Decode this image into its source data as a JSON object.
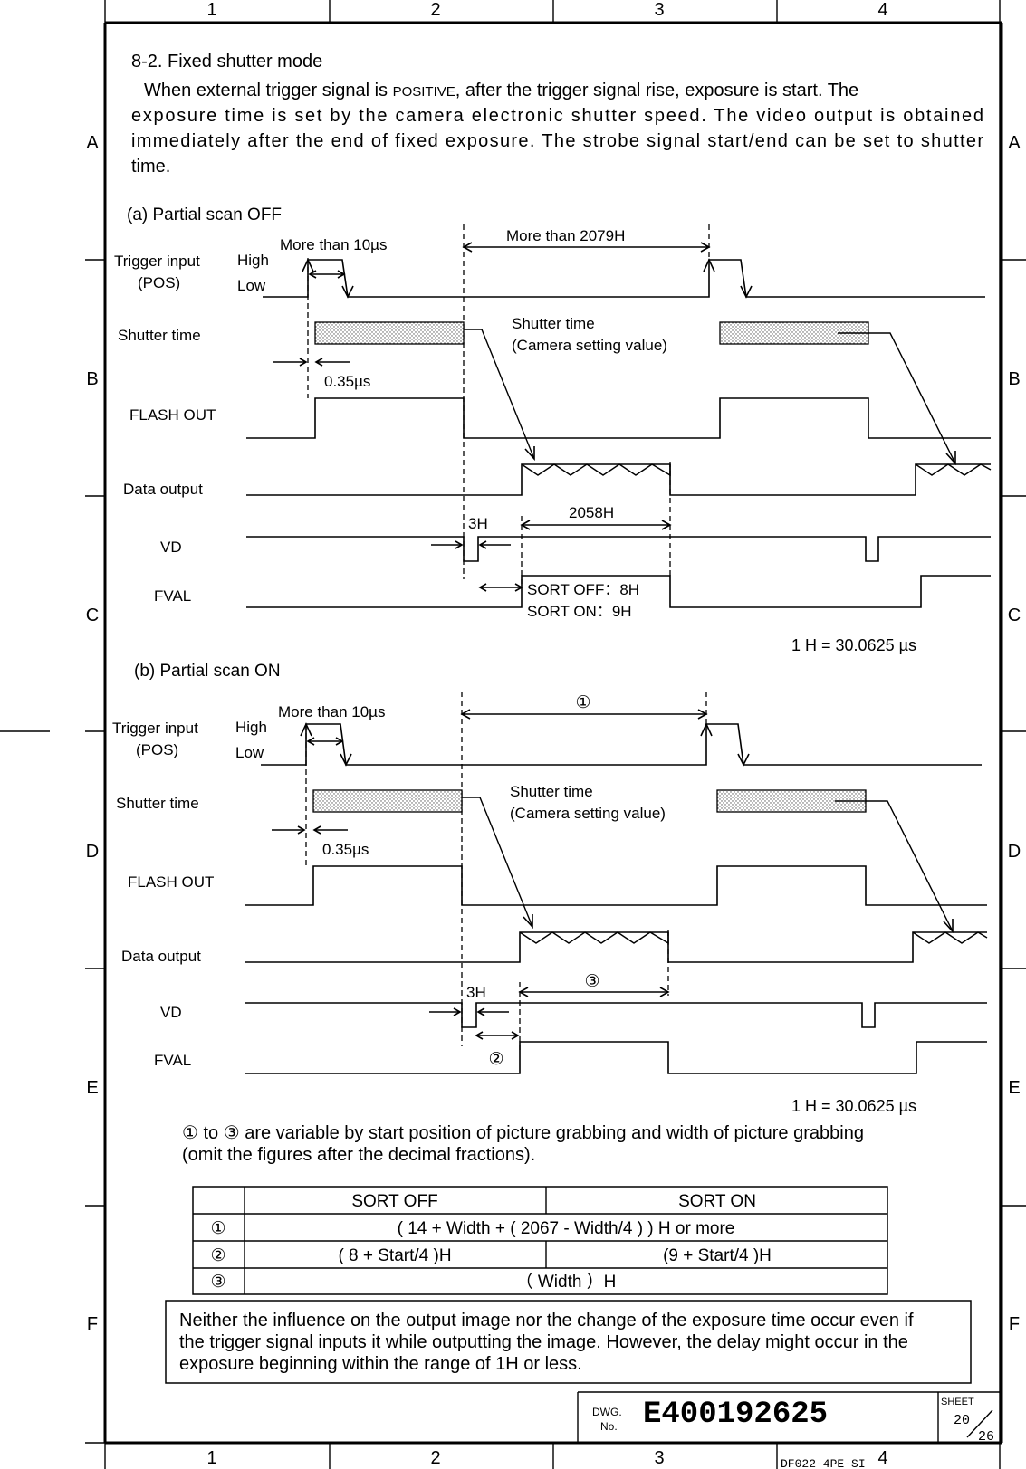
{
  "border": {
    "columns": [
      "1",
      "2",
      "3",
      "4"
    ],
    "rows": [
      "A",
      "B",
      "C",
      "D",
      "E",
      "F"
    ]
  },
  "section_title": "8-2. Fixed shutter mode",
  "intro": {
    "line1_a": "When external trigger signal is ",
    "line1_positive": "POSITIVE",
    "line1_b": ", after the trigger signal rise, exposure is start. The",
    "line2": "exposure time is set by the camera electronic shutter speed. The video output is obtained",
    "line3": "immediately after the end of fixed exposure. The strobe signal start/end can be set to shutter",
    "line4": "time."
  },
  "diagram_a": {
    "title": "(a) Partial scan OFF",
    "signal_trigger": "Trigger input",
    "signal_trigger_sub": "(POS)",
    "high": "High",
    "low": "Low",
    "signal_shutter": "Shutter time",
    "signal_flash": "FLASH OUT",
    "signal_data": "Data output",
    "signal_vd": "VD",
    "signal_fval": "FVAL",
    "more_than_10": "More than 10µs",
    "more_than_2079": "More than 2079H",
    "shutter_note_1": "Shutter time",
    "shutter_note_2": "(Camera setting value)",
    "delay": "0.35µs",
    "h3": "3H",
    "h2058": "2058H",
    "sort_off": "SORT OFF：8H",
    "sort_on": "SORT ON：9H",
    "h_unit": "1 H = 30.0625 µs"
  },
  "diagram_b": {
    "title": "(b) Partial scan ON",
    "signal_trigger": "Trigger input",
    "signal_trigger_sub": "(POS)",
    "high": "High",
    "low": "Low",
    "signal_shutter": "Shutter time",
    "signal_flash": "FLASH OUT",
    "signal_data": "Data output",
    "signal_vd": "VD",
    "signal_fval": "FVAL",
    "more_than_10": "More than 10µs",
    "marker_1": "①",
    "marker_2": "②",
    "marker_3": "③",
    "shutter_note_1": "Shutter time",
    "shutter_note_2": "(Camera setting value)",
    "delay": "0.35µs",
    "h3": "3H",
    "h_unit": "1 H = 30.0625 µs"
  },
  "variable_note": {
    "line1": "① to ③ are variable by start position of picture grabbing and width of picture grabbing",
    "line2": "(omit the figures after the decimal fractions)."
  },
  "table": {
    "headers": [
      "",
      "SORT OFF",
      "SORT ON"
    ],
    "rows": [
      {
        "key": "①",
        "merged": "( 14 + Width + ( 2067 - Width/4 ) ) H   or more"
      },
      {
        "key": "②",
        "off": "( 8 + Start/4 )H",
        "on": "(9 + Start/4 )H"
      },
      {
        "key": "③",
        "merged": "（ Width ）H"
      }
    ]
  },
  "notice": {
    "line1": "Neither the influence on the output image nor the change of the exposure time occur even if",
    "line2": "the trigger signal inputs it while outputting the image. However, the delay might occur in the",
    "line3": "exposure beginning within the range of 1H or less."
  },
  "title_block": {
    "dwg_label_1": "DWG.",
    "dwg_label_2": "No.",
    "dwg_number": "E400192625",
    "sheet_label": "SHEET",
    "sheet_num": "20",
    "sheet_total": "26",
    "form_code": "DF022-4PE-SI"
  }
}
